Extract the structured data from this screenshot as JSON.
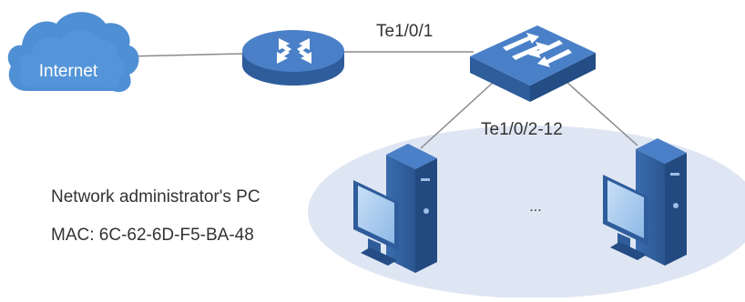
{
  "labels": {
    "internet": "Internet",
    "uplink_port": "Te1/0/1",
    "downlink_ports": "Te1/0/2-12",
    "admin_pc": "Network administrator's PC",
    "admin_mac": "MAC: 6C-62-6D-F5-BA-48",
    "ellipsis": "..."
  },
  "colors": {
    "cloud": "#4f8fd4",
    "router": "#3f6fb6",
    "switch": "#3f6fb6",
    "lan_area": "#dfe6f3",
    "pc_dark": "#2f5d9b",
    "pc_screen": "#a9cbee",
    "link": "#8a8a8a",
    "text": "#333333"
  },
  "icons": {
    "cloud": "cloud-icon",
    "router": "router-icon",
    "switch": "switch-icon",
    "pc": "desktop-pc-icon"
  }
}
